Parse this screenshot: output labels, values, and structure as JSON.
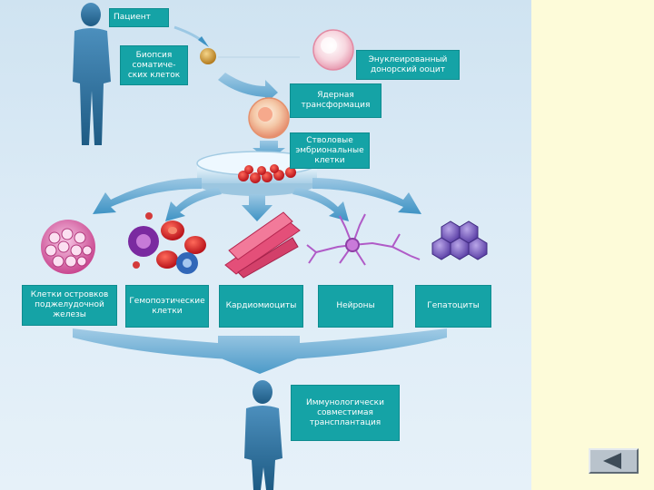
{
  "labels": {
    "patient": "Пациент",
    "biopsy": "Биопсия\nсоматиче-\nских клеток",
    "oocyte": "Энуклеированный\nдонорский ооцит",
    "nuclear_transfer": "Ядерная\nтрансформация",
    "stem_cells": "Стволовые\nэмбриональные\nклетки",
    "islet_cells": "Клетки островков\nподжелудочной\nжелезы",
    "hematopoietic": "Гемопоэтические\nклетки",
    "cardiomyocytes": "Кардиомиоциты",
    "neurons": "Нейроны",
    "hepatocytes": "Гепатоциты",
    "transplant": "Иммунологически\nсовместимая\nтрансплантация"
  },
  "colors": {
    "label_bg": "#15a3a6",
    "panel_bg": "#cfe3f1",
    "side_bg": "#fdfbd9",
    "arrow": "#3f93c4",
    "silhouette": "#2c6f9a"
  },
  "icons": {
    "back_button": "back-arrow-icon"
  }
}
